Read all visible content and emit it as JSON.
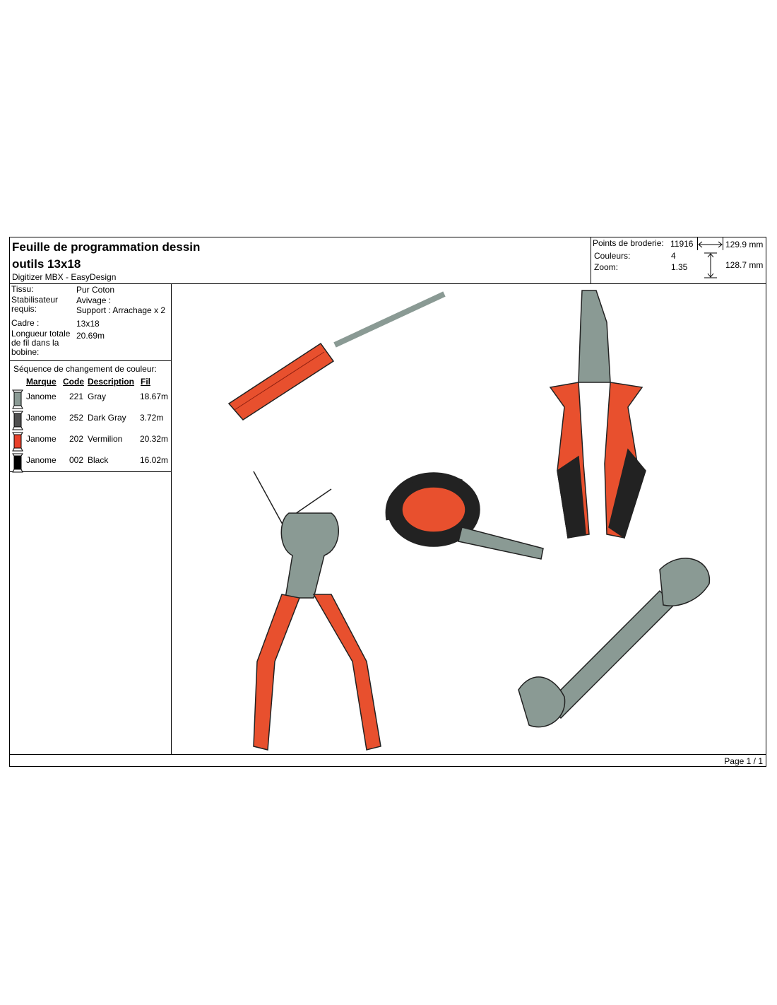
{
  "header": {
    "title_line1": "Feuille de programmation dessin",
    "title_line2": "outils 13x18",
    "subtitle": "Digitizer MBX - EasyDesign"
  },
  "info": {
    "stitches_label": "Points de broderie:",
    "stitches": "11916",
    "width": "129.9 mm",
    "colors_label": "Couleurs:",
    "colors": "4",
    "zoom_label": "Zoom:",
    "zoom": "1.35",
    "height": "128.7 mm"
  },
  "specs": {
    "fabric_label": "Tissu:",
    "fabric": "Pur Coton",
    "stabilizer_label": "Stabilisateur requis:",
    "stabilizer_top": "Avivage :",
    "stabilizer_bottom": "Support : Arrachage x 2",
    "frame_label": "Cadre :",
    "frame": "13x18",
    "length_label": "Longueur totale de fil dans la bobine:",
    "length": "20.69m"
  },
  "sequence": {
    "title": "Séquence de changement de couleur:",
    "headers": [
      "Marque",
      "Code",
      "Description",
      "Fil"
    ],
    "rows": [
      {
        "brand": "Janome",
        "code": "221",
        "desc": "Gray",
        "len": "18.67m",
        "color": "#8a9a94"
      },
      {
        "brand": "Janome",
        "code": "252",
        "desc": "Dark Gray",
        "len": "3.72m",
        "color": "#505050"
      },
      {
        "brand": "Janome",
        "code": "202",
        "desc": "Vermilion",
        "len": "20.32m",
        "color": "#e8402a"
      },
      {
        "brand": "Janome",
        "code": "002",
        "desc": "Black",
        "len": "16.02m",
        "color": "#000000"
      }
    ]
  },
  "footer": {
    "page": "Page 1 / 1"
  }
}
